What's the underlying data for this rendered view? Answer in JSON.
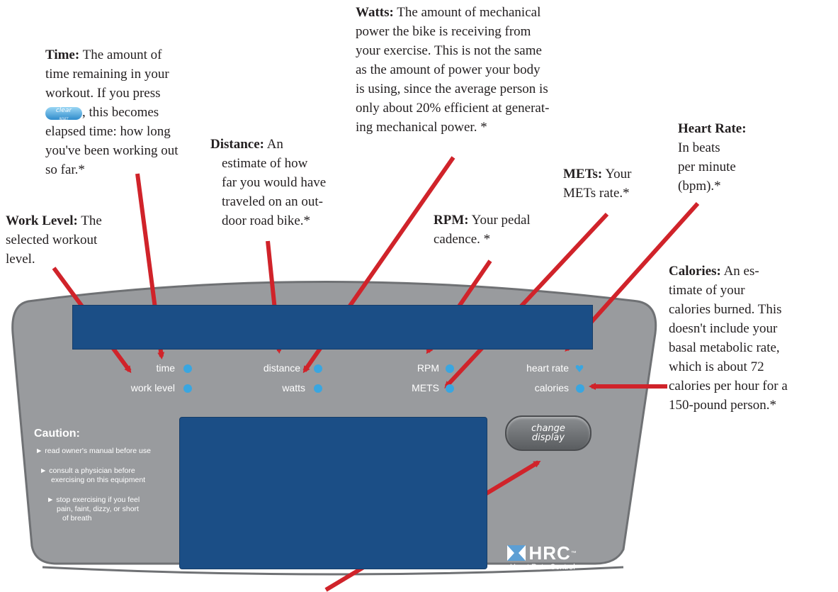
{
  "callouts": {
    "time": {
      "title": "Time:",
      "lines": [
        "The amount of",
        "time remaining in your",
        "workout. If you press",
        ", this becomes",
        "elapsed time: how long",
        "you've been working out",
        "so far.*"
      ]
    },
    "work_level": {
      "title": "Work Level:",
      "lines": [
        "The",
        "selected workout",
        "level."
      ]
    },
    "distance": {
      "title": "Distance:",
      "lines": [
        "An",
        "estimate of how",
        "far you would have",
        "traveled on an out-",
        "door road bike.*"
      ]
    },
    "watts": {
      "title": "Watts:",
      "lines": [
        "The amount of mechanical",
        "power the bike is receiving from",
        "your exercise. This is not the same",
        "as the amount of power your body",
        "is using, since the average person is",
        "only about 20% efficient at generat-",
        "ing mechanical power. *"
      ]
    },
    "rpm": {
      "title": "RPM:",
      "lines": [
        "Your pedal",
        "cadence. *"
      ]
    },
    "mets": {
      "title": "METs:",
      "lines": [
        "Your",
        "METs rate.*"
      ]
    },
    "heart_rate": {
      "title": "Heart Rate:",
      "lines": [
        "In beats",
        "per minute",
        "(bpm).*"
      ]
    },
    "calories": {
      "title": "Calories:",
      "lines": [
        "An es-",
        "timate of your",
        "calories burned. This",
        "doesn't include your",
        "basal metabolic rate,",
        "which is about 72",
        "calories per hour for a",
        "150-pound person.*"
      ]
    }
  },
  "clear_button": {
    "top": "clear",
    "bottom": "RESET"
  },
  "console": {
    "indicators": {
      "time": "time",
      "work_level": "work level",
      "distance": "distance",
      "watts": "watts",
      "rpm": "RPM",
      "mets": "METS",
      "heart_rate": "heart rate",
      "calories": "calories"
    },
    "change_display": {
      "line1": "change",
      "line2": "display"
    },
    "caution": {
      "title": "Caution:",
      "items": [
        "► read owner's manual before use",
        "► consult a physician before",
        "exercising on this equipment",
        "► stop exercising if you feel",
        "pain, faint, dizzy, or short",
        "of breath"
      ]
    },
    "logo": {
      "name": "HRC",
      "tm": "™",
      "tagline": "Heart Rate Control"
    }
  },
  "colors": {
    "panel": "#999b9e",
    "panel_edge": "#6f7174",
    "screen": "#1b4e86",
    "indicator": "#3aa6e0",
    "arrow": "#d0232a"
  }
}
